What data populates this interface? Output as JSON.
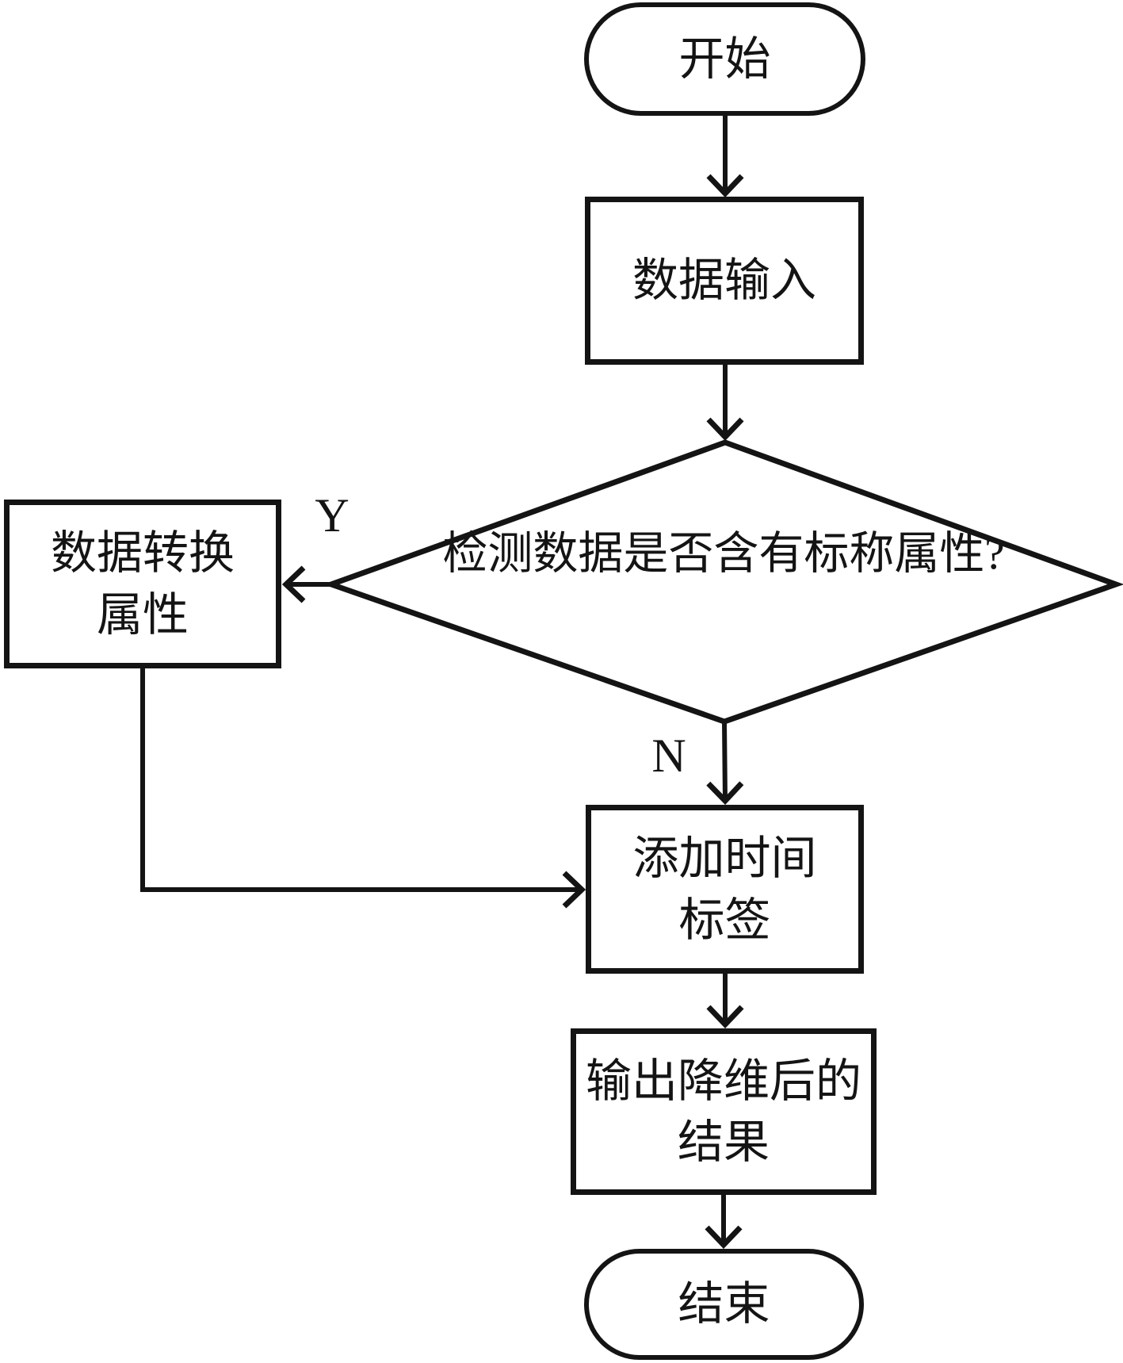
{
  "flowchart": {
    "background": "#ffffff",
    "stroke_color": "#141414",
    "nodes": {
      "start": {
        "type": "terminator",
        "label": "开始"
      },
      "data_input": {
        "type": "process",
        "label": "数据输入"
      },
      "decision": {
        "type": "decision",
        "label": "检测数据是否含有标称属性?"
      },
      "convert_attr": {
        "type": "process",
        "label": "数据转换\n属性"
      },
      "add_time_label": {
        "type": "process",
        "label": "添加时间\n标签"
      },
      "output_result": {
        "type": "process",
        "label": "输出降维后的\n结果"
      },
      "end": {
        "type": "terminator",
        "label": "结束"
      }
    },
    "branch_labels": {
      "yes": "Y",
      "no": "N"
    }
  }
}
